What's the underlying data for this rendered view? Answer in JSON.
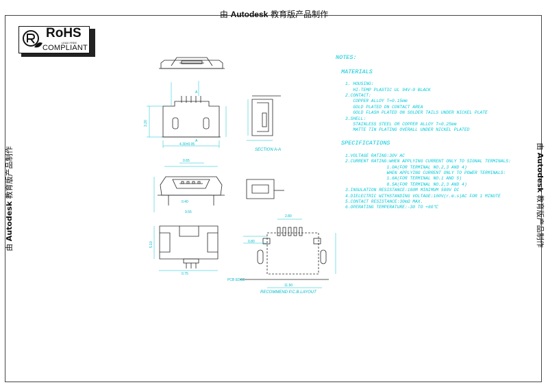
{
  "watermark": {
    "prefix": "由 ",
    "brand": "Autodesk",
    "suffix": " 教育版产品制作"
  },
  "rohs": {
    "title": "RoHS",
    "lead": "LEAD FREE",
    "compliant": "COMPLIANT"
  },
  "notes": {
    "heading": "NOTES:",
    "materials_title": "MATERIALS",
    "materials": [
      "1. HOUSING:",
      "   HI-TEMP PLASTIC UL 94V-0 BLACK",
      "2.CONTACT:",
      "   COPPER ALLOY T=0.15mm",
      "   GOLD PLATED ON CONTACT AREA",
      "   GOLD FLASH PLATED ON SOLDER TAILS UNDER NICKEL PLATE",
      "3.SHELL:",
      "   STAINLESS STEEL OR COPPER ALLOY T=0.25mm",
      "   MATTE TIN PLATING OVERALL UNDER NICKEL PLATED"
    ],
    "spec_title": "SPECIFICATIONS",
    "specs": [
      "1.VOLTAGE RATING:30V AC",
      "2.CURRENT RATING:WHEN APPLYING CURRENT ONLY TO SIGNAL TERMINALS:",
      "                1.0A(FOR TERMINAL NO.2,3 AND 4)",
      "                WHEN APPLYING CURRENT ONLY TO POWER TERMINALS:",
      "                1.8A(FOR TERMINAL NO.1 AND 5)",
      "                0.5A(FOR TERMINAL NO.2,3 AND 4)",
      "3.INSULATION RESISTANCE:100M MINIMUM 500V DC",
      "4.DIELECTRIC WITHSTANDING VOLTAGE:100V(r.m.s)AC FOR 1 MINUTE",
      "5.CONTACT RESISTANCE:30mΩ MAX.",
      "6.OPERATING TEMPERATURE:-30 TO +80℃"
    ]
  },
  "labels": {
    "section_a": "SECTION A-A",
    "recommend": "RECOMMEND P.C.B.LAYOUT",
    "pcb_edge": "PCB EDGE",
    "dim_4_30": "4.30±0.05",
    "dim_3_20": "3.20",
    "dim_0_75": "0.75",
    "dim_9_55": "9.55",
    "dim_5_10": "5.10",
    "dim_0_65": "0.65",
    "dim_2_80": "2.80",
    "dim_0_40": "0.40",
    "dim_11_50": "11.50",
    "dim_0_80": "0.80",
    "dim_a": "A"
  }
}
